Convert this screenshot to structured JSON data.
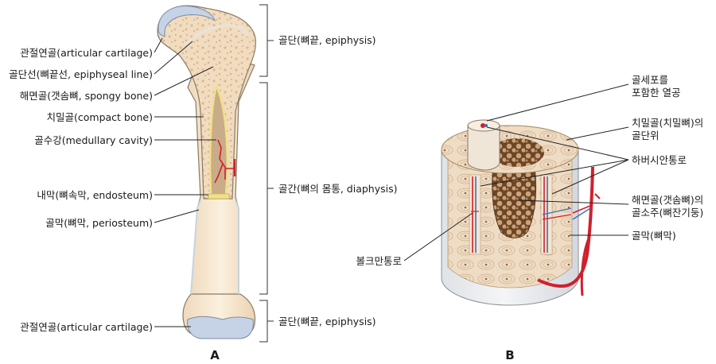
{
  "figure_a": {
    "panel_label": "A",
    "left_labels": {
      "articular_cartilage_top": "관절연골(articular cartilage)",
      "epiphyseal_line": "골단선(뼈끝선, epiphyseal line)",
      "spongy_bone": "해면골(갯솜뼈, spongy bone)",
      "compact_bone": "치밀골(compact bone)",
      "medullary_cavity": "골수강(medullary cavity)",
      "endosteum": "내막(뼈속막, endosteum)",
      "periosteum": "골막(뼈막, periosteum)",
      "articular_cartilage_bottom": "관절연골(articular cartilage)"
    },
    "right_labels": {
      "epiphysis_top": "골단(뼈끝, epiphysis)",
      "diaphysis": "골간(뼈의 몸통, diaphysis)",
      "epiphysis_bottom": "골단(뼈끝, epiphysis)"
    }
  },
  "figure_b": {
    "panel_label": "B",
    "labels": {
      "lacunae_1": "골세포를",
      "lacunae_2": "포함한 열공",
      "osteon_1": "치밀골(치밀뼈)의",
      "osteon_2": "골단위",
      "haversian": "하버시안통로",
      "trabeculae_1": "해면골(갯솜뼈)의",
      "trabeculae_2": "골소주(뼈잔기둥)",
      "periosteum": "골막(뼈막)",
      "volkmann": "볼크만통로"
    }
  },
  "colors": {
    "spongy": "#f1dcc0",
    "cortex": "#f6e6cf",
    "cartilage": "#c6d3e6",
    "marrow": "#c9ad89",
    "vessel_red": "#d0202c",
    "vessel_blue": "#3f6fb5",
    "yellow_rim": "#f1e08a"
  }
}
